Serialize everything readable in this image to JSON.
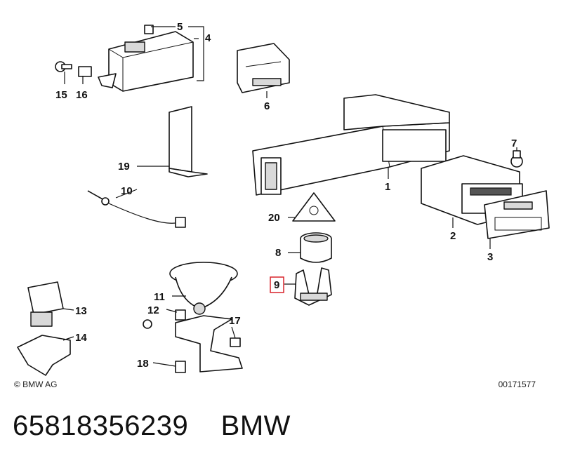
{
  "callouts": {
    "c1": "1",
    "c2": "2",
    "c3": "3",
    "c4": "4",
    "c5": "5",
    "c6": "6",
    "c7": "7",
    "c8": "8",
    "c9": "9",
    "c10": "10",
    "c11": "11",
    "c12": "12",
    "c13": "13",
    "c14": "14",
    "c15": "15",
    "c16": "16",
    "c17": "17",
    "c18": "18",
    "c19": "19",
    "c20": "20"
  },
  "highlighted_callout": "9",
  "highlight_color": "#d9232a",
  "copyright": "© BMW AG",
  "diagram_id": "00171577",
  "caption": {
    "part_number": "65818356239",
    "brand": "BMW"
  }
}
